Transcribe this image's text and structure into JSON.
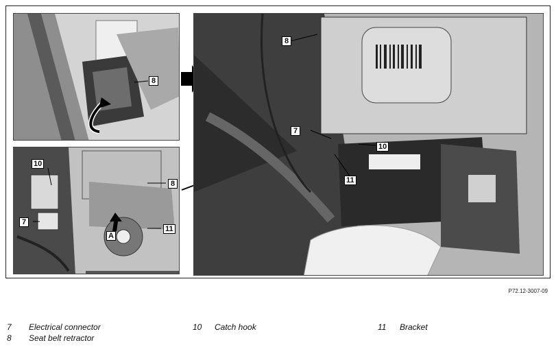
{
  "figure_code": "P72.12-3007-09",
  "callouts": {
    "top_left_8": "8",
    "bottom_left_10": "10",
    "bottom_left_7": "7",
    "bottom_left_8": "8",
    "bottom_left_11": "11",
    "bottom_left_A": "A",
    "main_8": "8",
    "main_7": "7",
    "main_10": "10",
    "main_11": "11"
  },
  "legend": [
    {
      "num": "7",
      "label": "Electrical connector"
    },
    {
      "num": "8",
      "label": "Seat belt retractor"
    },
    {
      "num": "10",
      "label": "Catch hook"
    },
    {
      "num": "11",
      "label": "Bracket"
    }
  ]
}
